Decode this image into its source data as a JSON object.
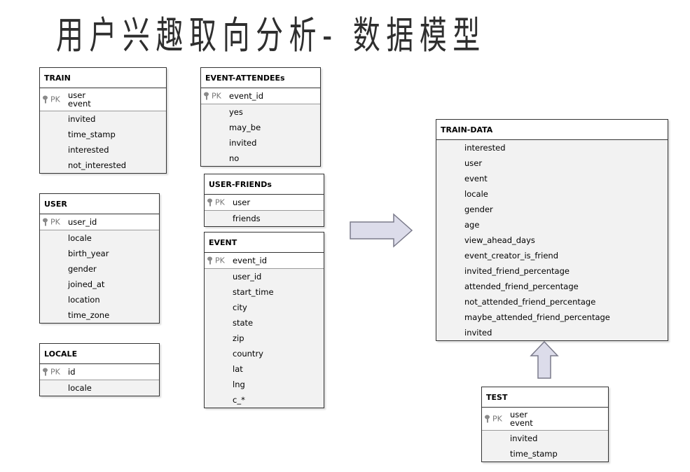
{
  "title": "用户兴趣取向分析- 数据模型",
  "pk_label": "PK",
  "entities": {
    "train": {
      "name": "TRAIN",
      "pk": [
        "user",
        "event"
      ],
      "fields": [
        "invited",
        "time_stamp",
        "interested",
        "not_interested"
      ]
    },
    "user": {
      "name": "USER",
      "pk": [
        "user_id"
      ],
      "fields": [
        "locale",
        "birth_year",
        "gender",
        "joined_at",
        "location",
        "time_zone"
      ]
    },
    "locale": {
      "name": "LOCALE",
      "pk": [
        "id"
      ],
      "fields": [
        "locale"
      ]
    },
    "event_attendees": {
      "name": "EVENT-ATTENDEEs",
      "pk": [
        "event_id"
      ],
      "fields": [
        "yes",
        "may_be",
        "invited",
        "no"
      ]
    },
    "user_friends": {
      "name": "USER-FRIENDs",
      "pk": [
        "user"
      ],
      "fields": [
        "friends"
      ]
    },
    "event": {
      "name": "EVENT",
      "pk": [
        "event_id"
      ],
      "fields": [
        "user_id",
        "start_time",
        "city",
        "state",
        "zip",
        "country",
        "lat",
        "lng",
        "c_*"
      ]
    },
    "train_data": {
      "name": "TRAIN-DATA",
      "pk": [],
      "fields": [
        "interested",
        "user",
        "event",
        "locale",
        "gender",
        "age",
        "view_ahead_days",
        "event_creator_is_friend",
        "invited_friend_percentage",
        "attended_friend_percentage",
        "not_attended_friend_percentage",
        "maybe_attended_friend_percentage",
        "invited"
      ]
    },
    "test": {
      "name": "TEST",
      "pk": [
        "user",
        "event"
      ],
      "fields": [
        "invited",
        "time_stamp"
      ]
    }
  },
  "colors": {
    "arrow_fill": "#dcdcea",
    "arrow_stroke": "#7a7a8a",
    "border": "#333333"
  }
}
